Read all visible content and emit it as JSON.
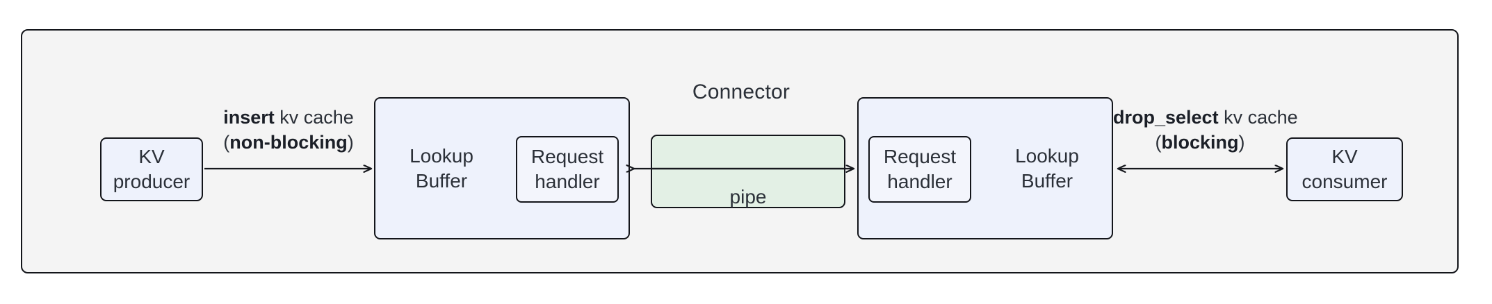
{
  "diagram": {
    "container": {
      "title": "Connector",
      "fill": "#f4f4f4",
      "stroke": "#13151a"
    },
    "nodes": {
      "kv_producer": {
        "line1": "KV",
        "line2": "producer",
        "fill": "#eef2fc"
      },
      "kv_consumer": {
        "line1": "KV",
        "line2": "consumer",
        "fill": "#eef2fc"
      },
      "lookup_buffer_left": {
        "line1": "Lookup",
        "line2": "Buffer",
        "fill": "#eef2fc"
      },
      "lookup_buffer_right": {
        "line1": "Lookup",
        "line2": "Buffer",
        "fill": "#eef2fc"
      },
      "request_handler_left": {
        "line1": "Request",
        "line2": "handler",
        "fill": "#f3f5fc"
      },
      "request_handler_right": {
        "line1": "Request",
        "line2": "handler",
        "fill": "#f3f5fc"
      },
      "pipe": {
        "label": "pipe",
        "fill": "#e3f0e5"
      }
    },
    "edges": {
      "producer_to_buffer": {
        "line1_bold": "insert",
        "line1_rest": " kv cache",
        "line2_open": "(",
        "line2_bold": "non-blocking",
        "line2_close": ")",
        "direction": "right"
      },
      "consumer_to_buffer": {
        "line1_bold": "drop_select",
        "line1_rest": " kv cache",
        "line2_open": "(",
        "line2_bold": "blocking",
        "line2_close": ")",
        "direction": "bidirectional"
      }
    }
  }
}
